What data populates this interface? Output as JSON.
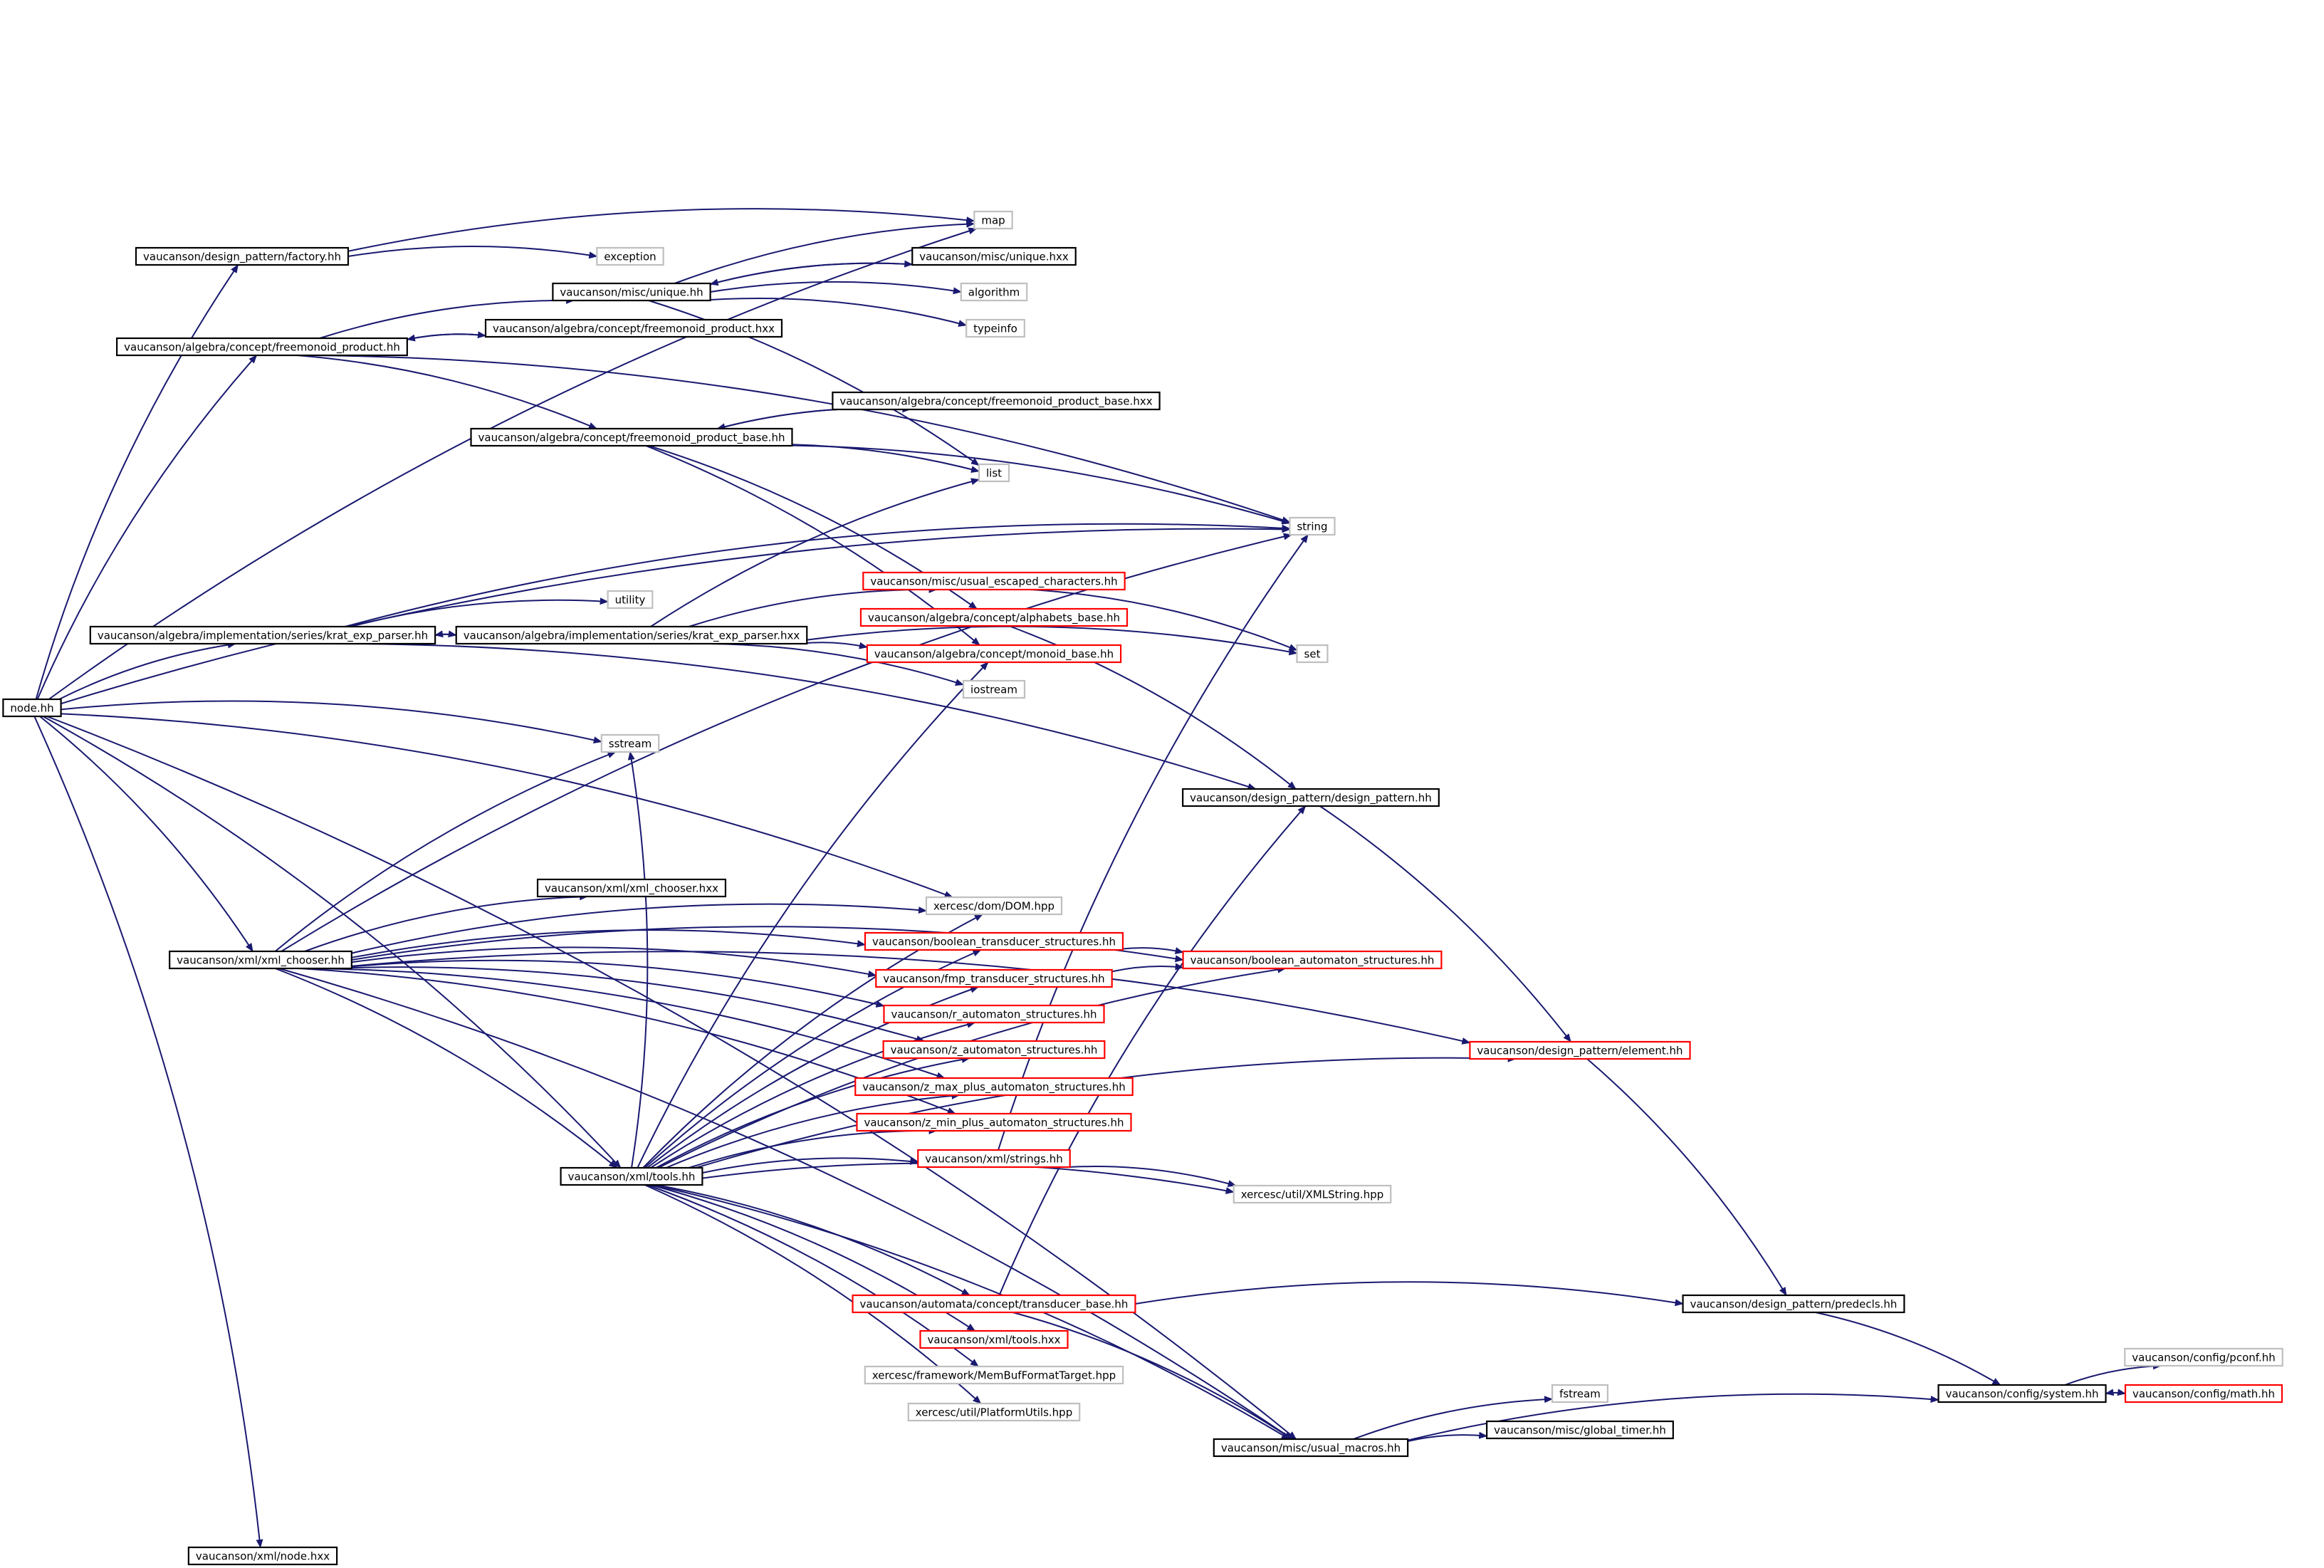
{
  "colors": {
    "edge": "#191970",
    "root_fill": "#bfbfbf",
    "documented_border": "#000000",
    "missing_border": "#ff0000",
    "external_border": "#bfbfbf"
  },
  "nodes": [
    {
      "id": "node",
      "label": "node.hh",
      "kind": "root"
    },
    {
      "id": "map",
      "label": "map",
      "kind": "external"
    },
    {
      "id": "factory",
      "label": "vaucanson/design_pattern/factory.hh",
      "kind": "documented"
    },
    {
      "id": "exception",
      "label": "exception",
      "kind": "external"
    },
    {
      "id": "unique_hxx",
      "label": "vaucanson/misc/unique.hxx",
      "kind": "documented"
    },
    {
      "id": "unique_hh",
      "label": "vaucanson/misc/unique.hh",
      "kind": "documented"
    },
    {
      "id": "algorithm",
      "label": "algorithm",
      "kind": "external"
    },
    {
      "id": "fmp_hxx",
      "label": "vaucanson/algebra/concept/freemonoid_product.hxx",
      "kind": "documented"
    },
    {
      "id": "typeinfo",
      "label": "typeinfo",
      "kind": "external"
    },
    {
      "id": "fmp_hh",
      "label": "vaucanson/algebra/concept/freemonoid_product.hh",
      "kind": "documented"
    },
    {
      "id": "fmpb_hxx",
      "label": "vaucanson/algebra/concept/freemonoid_product_base.hxx",
      "kind": "documented"
    },
    {
      "id": "fmpb_hh",
      "label": "vaucanson/algebra/concept/freemonoid_product_base.hh",
      "kind": "documented"
    },
    {
      "id": "list",
      "label": "list",
      "kind": "external"
    },
    {
      "id": "string",
      "label": "string",
      "kind": "external"
    },
    {
      "id": "escaped",
      "label": "vaucanson/misc/usual_escaped_characters.hh",
      "kind": "missing"
    },
    {
      "id": "utility",
      "label": "utility",
      "kind": "external"
    },
    {
      "id": "alphabets",
      "label": "vaucanson/algebra/concept/alphabets_base.hh",
      "kind": "missing"
    },
    {
      "id": "krat_hh",
      "label": "vaucanson/algebra/implementation/series/krat_exp_parser.hh",
      "kind": "documented"
    },
    {
      "id": "krat_hxx",
      "label": "vaucanson/algebra/implementation/series/krat_exp_parser.hxx",
      "kind": "documented"
    },
    {
      "id": "set",
      "label": "set",
      "kind": "external"
    },
    {
      "id": "monoid_base",
      "label": "vaucanson/algebra/concept/monoid_base.hh",
      "kind": "missing"
    },
    {
      "id": "iostream",
      "label": "iostream",
      "kind": "external"
    },
    {
      "id": "sstream",
      "label": "sstream",
      "kind": "external"
    },
    {
      "id": "design_pattern",
      "label": "vaucanson/design_pattern/design_pattern.hh",
      "kind": "documented"
    },
    {
      "id": "xml_chooser_hxx",
      "label": "vaucanson/xml/xml_chooser.hxx",
      "kind": "documented"
    },
    {
      "id": "dom",
      "label": "xercesc/dom/DOM.hpp",
      "kind": "external"
    },
    {
      "id": "xml_chooser_hh",
      "label": "vaucanson/xml/xml_chooser.hh",
      "kind": "documented"
    },
    {
      "id": "bool_trans",
      "label": "vaucanson/boolean_transducer_structures.hh",
      "kind": "missing"
    },
    {
      "id": "bool_auto",
      "label": "vaucanson/boolean_automaton_structures.hh",
      "kind": "missing"
    },
    {
      "id": "fmp_trans",
      "label": "vaucanson/fmp_transducer_structures.hh",
      "kind": "missing"
    },
    {
      "id": "r_auto",
      "label": "vaucanson/r_automaton_structures.hh",
      "kind": "missing"
    },
    {
      "id": "z_auto",
      "label": "vaucanson/z_automaton_structures.hh",
      "kind": "missing"
    },
    {
      "id": "element",
      "label": "vaucanson/design_pattern/element.hh",
      "kind": "missing"
    },
    {
      "id": "z_max",
      "label": "vaucanson/z_max_plus_automaton_structures.hh",
      "kind": "missing"
    },
    {
      "id": "z_min",
      "label": "vaucanson/z_min_plus_automaton_structures.hh",
      "kind": "missing"
    },
    {
      "id": "strings",
      "label": "vaucanson/xml/strings.hh",
      "kind": "missing"
    },
    {
      "id": "tools_hh",
      "label": "vaucanson/xml/tools.hh",
      "kind": "documented"
    },
    {
      "id": "xmlstring",
      "label": "xercesc/util/XMLString.hpp",
      "kind": "external"
    },
    {
      "id": "transducer_base",
      "label": "vaucanson/automata/concept/transducer_base.hh",
      "kind": "missing"
    },
    {
      "id": "predecls",
      "label": "vaucanson/design_pattern/predecls.hh",
      "kind": "documented"
    },
    {
      "id": "tools_hxx",
      "label": "vaucanson/xml/tools.hxx",
      "kind": "missing"
    },
    {
      "id": "membuf",
      "label": "xercesc/framework/MemBufFormatTarget.hpp",
      "kind": "external"
    },
    {
      "id": "pconf",
      "label": "vaucanson/config/pconf.hh",
      "kind": "external"
    },
    {
      "id": "system",
      "label": "vaucanson/config/system.hh",
      "kind": "documented"
    },
    {
      "id": "math",
      "label": "vaucanson/config/math.hh",
      "kind": "missing"
    },
    {
      "id": "fstream",
      "label": "fstream",
      "kind": "external"
    },
    {
      "id": "platform",
      "label": "xercesc/util/PlatformUtils.hpp",
      "kind": "external"
    },
    {
      "id": "global_timer",
      "label": "vaucanson/misc/global_timer.hh",
      "kind": "documented"
    },
    {
      "id": "usual_macros",
      "label": "vaucanson/misc/usual_macros.hh",
      "kind": "documented"
    },
    {
      "id": "node_hxx",
      "label": "vaucanson/xml/node.hxx",
      "kind": "documented"
    }
  ],
  "edges": [
    [
      "node",
      "map"
    ],
    [
      "node",
      "factory"
    ],
    [
      "node",
      "fmp_hh"
    ],
    [
      "node",
      "string"
    ],
    [
      "node",
      "krat_hh"
    ],
    [
      "node",
      "sstream"
    ],
    [
      "node",
      "dom"
    ],
    [
      "node",
      "xml_chooser_hh"
    ],
    [
      "node",
      "tools_hh"
    ],
    [
      "node",
      "usual_macros"
    ],
    [
      "node",
      "node_hxx"
    ],
    [
      "factory",
      "map"
    ],
    [
      "factory",
      "exception"
    ],
    [
      "unique_hh",
      "map"
    ],
    [
      "unique_hh",
      "unique_hxx"
    ],
    [
      "unique_hh",
      "algorithm"
    ],
    [
      "unique_hh",
      "typeinfo"
    ],
    [
      "unique_hh",
      "list"
    ],
    [
      "unique_hxx",
      "unique_hh"
    ],
    [
      "fmp_hh",
      "unique_hh"
    ],
    [
      "fmp_hh",
      "fmp_hxx"
    ],
    [
      "fmp_hh",
      "string"
    ],
    [
      "fmp_hh",
      "fmpb_hh"
    ],
    [
      "fmp_hxx",
      "fmp_hh"
    ],
    [
      "fmpb_hh",
      "fmpb_hxx"
    ],
    [
      "fmpb_hh",
      "string"
    ],
    [
      "fmpb_hh",
      "list"
    ],
    [
      "fmpb_hh",
      "alphabets"
    ],
    [
      "fmpb_hh",
      "monoid_base"
    ],
    [
      "fmpb_hxx",
      "fmpb_hh"
    ],
    [
      "krat_hh",
      "string"
    ],
    [
      "krat_hh",
      "utility"
    ],
    [
      "krat_hh",
      "krat_hxx"
    ],
    [
      "krat_hh",
      "design_pattern"
    ],
    [
      "krat_hxx",
      "krat_hh"
    ],
    [
      "krat_hxx",
      "list"
    ],
    [
      "krat_hxx",
      "escaped"
    ],
    [
      "krat_hxx",
      "monoid_base"
    ],
    [
      "krat_hxx",
      "iostream"
    ],
    [
      "krat_hxx",
      "set"
    ],
    [
      "escaped",
      "set"
    ],
    [
      "alphabets",
      "design_pattern"
    ],
    [
      "design_pattern",
      "element"
    ],
    [
      "element",
      "predecls"
    ],
    [
      "predecls",
      "system"
    ],
    [
      "system",
      "pconf"
    ],
    [
      "system",
      "math"
    ],
    [
      "math",
      "system"
    ],
    [
      "xml_chooser_hh",
      "sstream"
    ],
    [
      "xml_chooser_hh",
      "string"
    ],
    [
      "xml_chooser_hh",
      "xml_chooser_hxx"
    ],
    [
      "xml_chooser_hh",
      "dom"
    ],
    [
      "xml_chooser_hh",
      "bool_trans"
    ],
    [
      "xml_chooser_hh",
      "bool_auto"
    ],
    [
      "xml_chooser_hh",
      "fmp_trans"
    ],
    [
      "xml_chooser_hh",
      "r_auto"
    ],
    [
      "xml_chooser_hh",
      "z_auto"
    ],
    [
      "xml_chooser_hh",
      "z_max"
    ],
    [
      "xml_chooser_hh",
      "z_min"
    ],
    [
      "xml_chooser_hh",
      "tools_hh"
    ],
    [
      "xml_chooser_hh",
      "element"
    ],
    [
      "xml_chooser_hh",
      "usual_macros"
    ],
    [
      "bool_trans",
      "bool_auto"
    ],
    [
      "fmp_trans",
      "bool_auto"
    ],
    [
      "tools_hh",
      "sstream"
    ],
    [
      "tools_hh",
      "monoid_base"
    ],
    [
      "tools_hh",
      "dom"
    ],
    [
      "tools_hh",
      "bool_trans"
    ],
    [
      "tools_hh",
      "fmp_trans"
    ],
    [
      "tools_hh",
      "r_auto"
    ],
    [
      "tools_hh",
      "z_auto"
    ],
    [
      "tools_hh",
      "z_max"
    ],
    [
      "tools_hh",
      "z_min"
    ],
    [
      "tools_hh",
      "strings"
    ],
    [
      "tools_hh",
      "xmlstring"
    ],
    [
      "tools_hh",
      "bool_auto"
    ],
    [
      "tools_hh",
      "element"
    ],
    [
      "tools_hh",
      "transducer_base"
    ],
    [
      "tools_hh",
      "tools_hxx"
    ],
    [
      "tools_hh",
      "membuf"
    ],
    [
      "tools_hh",
      "platform"
    ],
    [
      "tools_hh",
      "usual_macros"
    ],
    [
      "strings",
      "string"
    ],
    [
      "strings",
      "xmlstring"
    ],
    [
      "transducer_base",
      "design_pattern"
    ],
    [
      "transducer_base",
      "predecls"
    ],
    [
      "transducer_base",
      "usual_macros"
    ],
    [
      "usual_macros",
      "fstream"
    ],
    [
      "usual_macros",
      "global_timer"
    ],
    [
      "usual_macros",
      "system"
    ]
  ]
}
